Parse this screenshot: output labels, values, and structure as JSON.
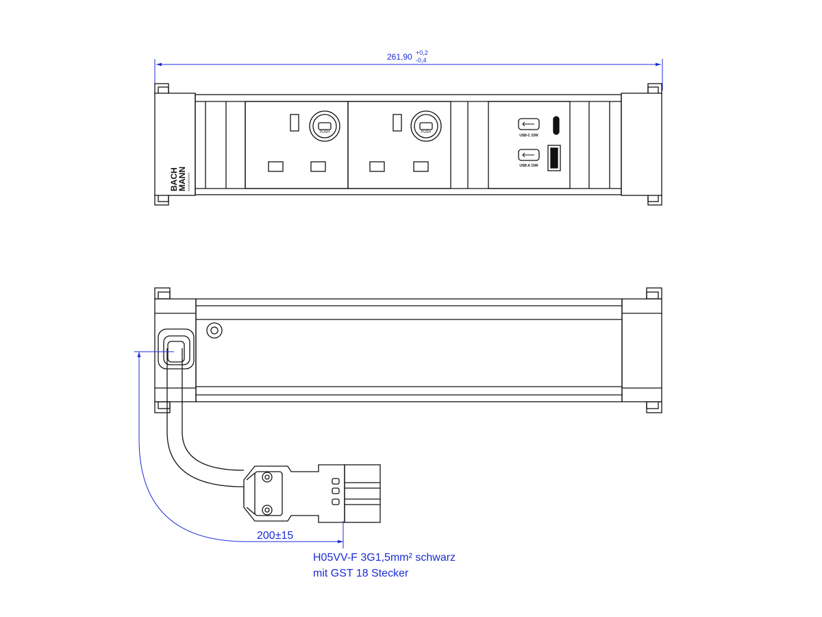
{
  "colors": {
    "outline": "#111111",
    "dimension": "#1a2bd6",
    "background": "#ffffff"
  },
  "overall_width": {
    "value": "261,90",
    "tol_upper": "+0,2",
    "tol_lower": "-0,4"
  },
  "front_view": {
    "brand_line1": "BACH",
    "brand_line2": "MANN",
    "brand_tagline": "INNOVATIONS",
    "sockets": [
      {
        "reset_label": "PUSH"
      },
      {
        "reset_label": "PUSH"
      }
    ],
    "usb_ports": [
      {
        "label": "USB-C 22W",
        "icon": "usb-icon"
      },
      {
        "label": "USB-A 15W",
        "icon": "usb-icon"
      }
    ]
  },
  "cable": {
    "length_dimension": "200±15",
    "spec_line1": "H05VV-F 3G1,5mm² schwarz",
    "spec_line2": "mit GST 18 Stecker"
  }
}
